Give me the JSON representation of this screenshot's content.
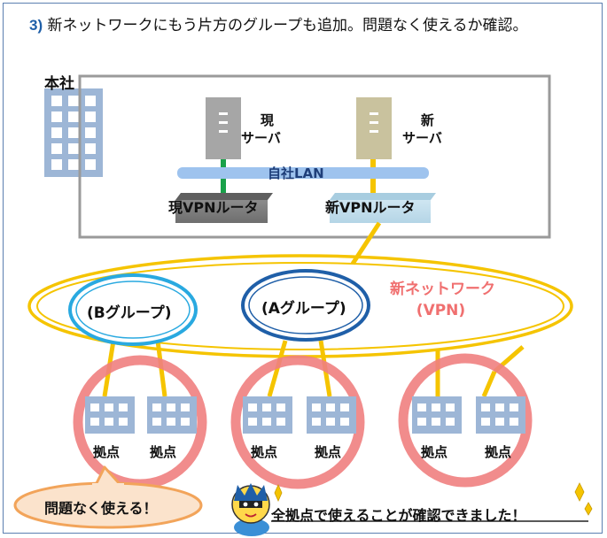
{
  "heading": {
    "step": "3)",
    "text": "新ネットワークにもう片方のグループも追加。問題なく使えるか確認。"
  },
  "hq": {
    "label": "本社"
  },
  "servers": {
    "current": {
      "label_line1": "現",
      "label_line2": "サーバ"
    },
    "new": {
      "label_line1": "新",
      "label_line2": "サーバ"
    }
  },
  "lan": {
    "label": "自社LAN"
  },
  "routers": {
    "current": {
      "label": "現VPNルータ"
    },
    "new": {
      "label": "新VPNルータ"
    }
  },
  "network": {
    "label_line1": "新ネットワーク",
    "label_line2": "(VPN)"
  },
  "groups": {
    "b": {
      "label": "(Bグループ)"
    },
    "a": {
      "label": "(Aグループ)"
    }
  },
  "sites": [
    {
      "label": "拠点"
    },
    {
      "label": "拠点"
    },
    {
      "label": "拠点"
    },
    {
      "label": "拠点"
    },
    {
      "label": "拠点"
    },
    {
      "label": "拠点"
    }
  ],
  "bubble": {
    "text": "問題なく使える！"
  },
  "conclusion": {
    "text": "全拠点で使えることが確認できました！"
  },
  "colors": {
    "accent_red": "#f07070",
    "network_yellow": "#f5c400",
    "group_b_blue": "#29a9e0",
    "group_a_blue": "#1f5fa8",
    "building_blue": "#9db6d6",
    "lan_blue": "#9ec3ee",
    "link_green": "#19a14a",
    "bubble_orange": "#f2a45a"
  }
}
